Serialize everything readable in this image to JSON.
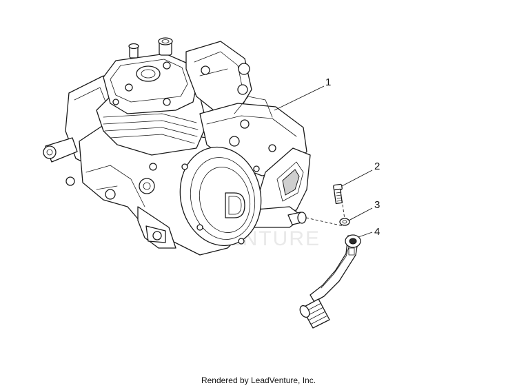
{
  "callouts": [
    {
      "id": "1",
      "label": "1"
    },
    {
      "id": "2",
      "label": "2"
    },
    {
      "id": "3",
      "label": "3"
    },
    {
      "id": "4",
      "label": "4"
    }
  ],
  "watermark": "ADVENTURE",
  "footer": "Rendered by LeadVenture, Inc."
}
